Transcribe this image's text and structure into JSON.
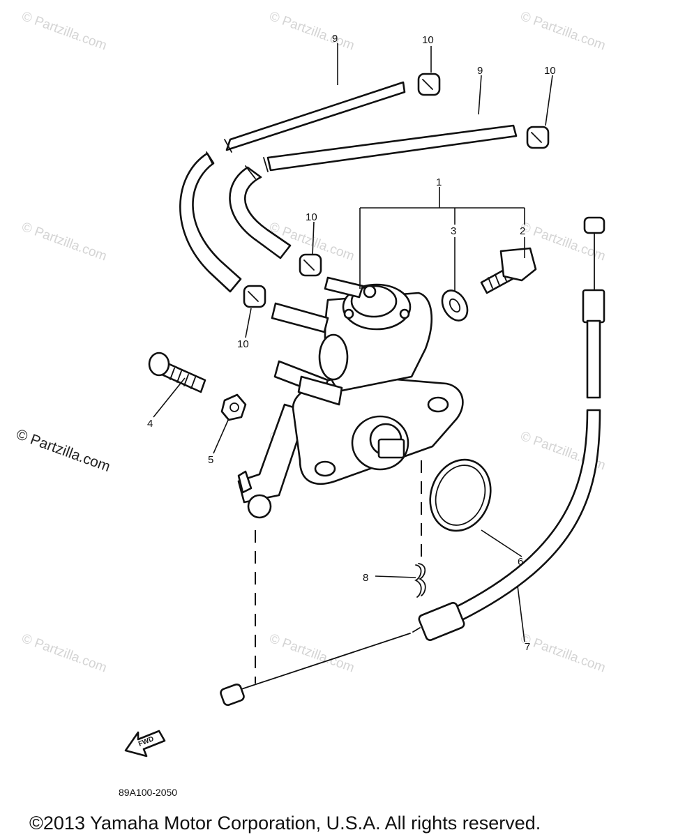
{
  "watermark": {
    "text": "© Partzilla.com",
    "prominent_text": "© Partzilla.com",
    "color": "#d4d4d4"
  },
  "diagram": {
    "callouts": {
      "c1": "1",
      "c2": "2",
      "c3": "3",
      "c4": "4",
      "c5": "5",
      "c6": "6",
      "c7": "7",
      "c8": "8",
      "c9a": "9",
      "c9b": "9",
      "c10a": "10",
      "c10b": "10",
      "c10c": "10",
      "c10d": "10"
    },
    "parts": [
      {
        "callout": "1",
        "icon": "oil-pump-assembly-icon"
      },
      {
        "callout": "2",
        "icon": "bolt-icon"
      },
      {
        "callout": "3",
        "icon": "washer-icon"
      },
      {
        "callout": "4",
        "icon": "bolt-icon"
      },
      {
        "callout": "5",
        "icon": "nut-icon"
      },
      {
        "callout": "6",
        "icon": "o-ring-icon"
      },
      {
        "callout": "7",
        "icon": "cable-icon"
      },
      {
        "callout": "8",
        "icon": "clip-icon"
      },
      {
        "callout": "9",
        "icon": "hose-icon"
      },
      {
        "callout": "10",
        "icon": "hose-clip-icon"
      }
    ],
    "fwd_label": "FWD",
    "drawing_code": "89A100-2050"
  },
  "footer": {
    "copyright": "©2013 Yamaha Motor Corporation, U.S.A. All rights reserved."
  }
}
